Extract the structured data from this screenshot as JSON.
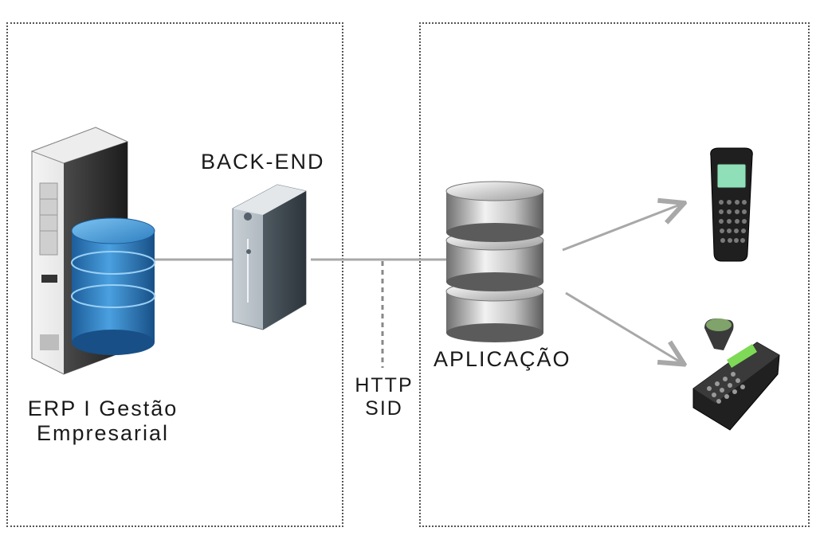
{
  "diagram": {
    "erp": {
      "line1": "ERP I Gestão",
      "line2": "Empresarial",
      "icon": "server-database-icon"
    },
    "backend": {
      "label": "BACK-END",
      "icon": "backend-server-icon"
    },
    "protocol": {
      "line1": "HTTP",
      "line2": "SID"
    },
    "application": {
      "label": "APLICAÇÃO",
      "icon": "stacked-disks-icon"
    },
    "devices": [
      {
        "icon": "handheld-terminal-icon"
      },
      {
        "icon": "pos-terminal-scanner-icon"
      }
    ],
    "colors": {
      "border": "#555555",
      "connector": "#a8a8a8",
      "db_blue": "#2f7fc0",
      "text": "#1a1a1a"
    }
  }
}
